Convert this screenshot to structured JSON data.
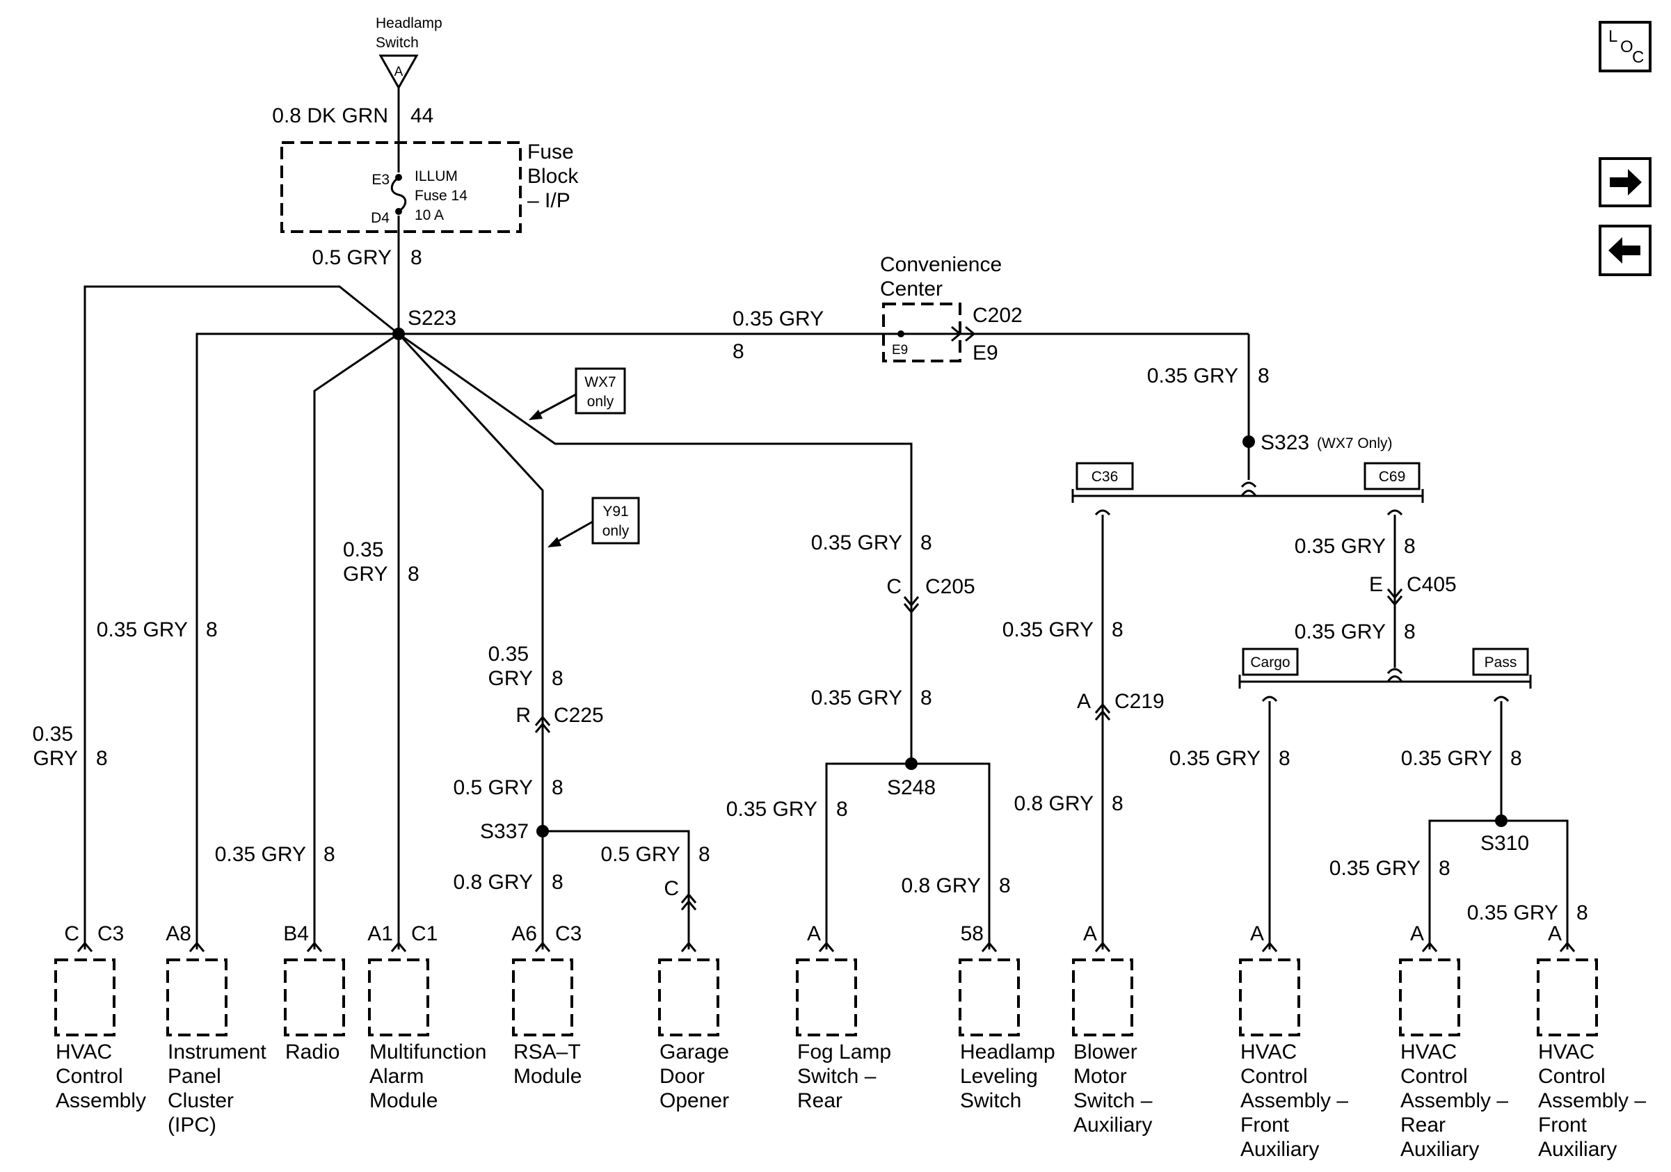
{
  "source": {
    "name_line1": "Headlamp",
    "name_line2": "Switch",
    "pin": "A"
  },
  "feed": {
    "size_color": "0.8 DK GRN",
    "circuit": "44"
  },
  "fuse_block": {
    "title_line1": "Fuse",
    "title_line2": "Block",
    "title_line3": "– I/P",
    "pin_top": "E3",
    "pin_bottom": "D4",
    "fuse_line1": "ILLUM",
    "fuse_line2": "Fuse 14",
    "fuse_line3": "10 A"
  },
  "fuse_out": {
    "size_color": "0.5 GRY",
    "circuit": "8"
  },
  "s223": "S223",
  "top_run": {
    "size_color": "0.35 GRY",
    "circuit": "8"
  },
  "convenience_center": {
    "title_line1": "Convenience",
    "title_line2": "Center",
    "pin_inside": "E9",
    "connector": "C202",
    "pin": "E9"
  },
  "right_drop": {
    "size_color": "0.35 GRY",
    "circuit": "8"
  },
  "s323": {
    "label": "S323",
    "note": "(WX7 Only)"
  },
  "c36": "C36",
  "c69": "C69",
  "wx7_line1": "WX7",
  "wx7_line2": "only",
  "y91_line1": "Y91",
  "y91_line2": "only",
  "hvac_branch": {
    "size_line1": "0.35",
    "size_line2": "GRY",
    "circuit": "8"
  },
  "ipc_branch": {
    "size_color": "0.35 GRY",
    "circuit": "8"
  },
  "radio_branch": {
    "size_color": "0.35 GRY",
    "circuit": "8"
  },
  "alarm_branch": {
    "size_line1": "0.35",
    "size_line2": "GRY",
    "circuit": "8"
  },
  "rsa_branch": {
    "size_line1": "0.35",
    "size_line2": "GRY",
    "circuit": "8",
    "c225_pin": "R",
    "c225": "C225",
    "seg2_size": "0.5 GRY",
    "seg2_circuit": "8",
    "s337": "S337",
    "seg3_size": "0.8 GRY",
    "seg3_circuit": "8",
    "gdo_size": "0.5 GRY",
    "gdo_circuit": "8",
    "gdo_pin": "C"
  },
  "fog_branch": {
    "size_color": "0.35 GRY",
    "circuit": "8",
    "c205_pin": "C",
    "c205": "C205",
    "seg2_size": "0.35 GRY",
    "seg2_circuit": "8",
    "s248": "S248",
    "left_size": "0.35 GRY",
    "left_circuit": "8",
    "right_size": "0.8 GRY",
    "right_circuit": "8"
  },
  "blower_branch": {
    "size_color": "0.35 GRY",
    "circuit": "8",
    "c219_pin": "A",
    "c219": "C219",
    "seg2_size": "0.8 GRY",
    "seg2_circuit": "8"
  },
  "c69_branch": {
    "size_color": "0.35 GRY",
    "circuit": "8",
    "c405_pin": "E",
    "c405": "C405",
    "seg2_size": "0.35 GRY",
    "seg2_circuit": "8",
    "cargo": "Cargo",
    "pass": "Pass",
    "cargo_size": "0.35 GRY",
    "cargo_circuit": "8",
    "pass_size": "0.35 GRY",
    "pass_circuit": "8",
    "s310": "S310",
    "rear_size": "0.35 GRY",
    "rear_circuit": "8",
    "front_size": "0.35 GRY",
    "front_circuit": "8"
  },
  "components": [
    {
      "pin": "C",
      "connector": "C3",
      "name": [
        "HVAC",
        "Control",
        "Assembly"
      ]
    },
    {
      "pin": "A8",
      "connector": "",
      "name": [
        "Instrument",
        "Panel",
        "Cluster",
        "(IPC)"
      ]
    },
    {
      "pin": "B4",
      "connector": "",
      "name": [
        "Radio"
      ]
    },
    {
      "pin": "A1",
      "connector": "C1",
      "name": [
        "Multifunction",
        "Alarm",
        "Module"
      ]
    },
    {
      "pin": "A6",
      "connector": "C3",
      "name": [
        "RSA–T",
        "Module"
      ]
    },
    {
      "pin": "",
      "connector": "",
      "name": [
        "Garage",
        "Door",
        "Opener"
      ]
    },
    {
      "pin": "A",
      "connector": "",
      "name": [
        "Fog Lamp",
        "Switch –",
        "Rear"
      ]
    },
    {
      "pin": "58",
      "connector": "",
      "name": [
        "Headlamp",
        "Leveling",
        "Switch"
      ]
    },
    {
      "pin": "A",
      "connector": "",
      "name": [
        "Blower",
        "Motor",
        "Switch –",
        "Auxiliary"
      ]
    },
    {
      "pin": "A",
      "connector": "",
      "name": [
        "HVAC",
        "Control",
        "Assembly –",
        "Front",
        "Auxiliary"
      ]
    },
    {
      "pin": "A",
      "connector": "",
      "name": [
        "HVAC",
        "Control",
        "Assembly –",
        "Rear",
        "Auxiliary"
      ]
    },
    {
      "pin": "A",
      "connector": "",
      "name": [
        "HVAC",
        "Control",
        "Assembly –",
        "Front",
        "Auxiliary"
      ]
    }
  ],
  "loc_button": {
    "l": "L",
    "o": "O",
    "c": "C"
  },
  "icons": {
    "next": "arrow-right-icon",
    "prev": "arrow-left-icon"
  }
}
